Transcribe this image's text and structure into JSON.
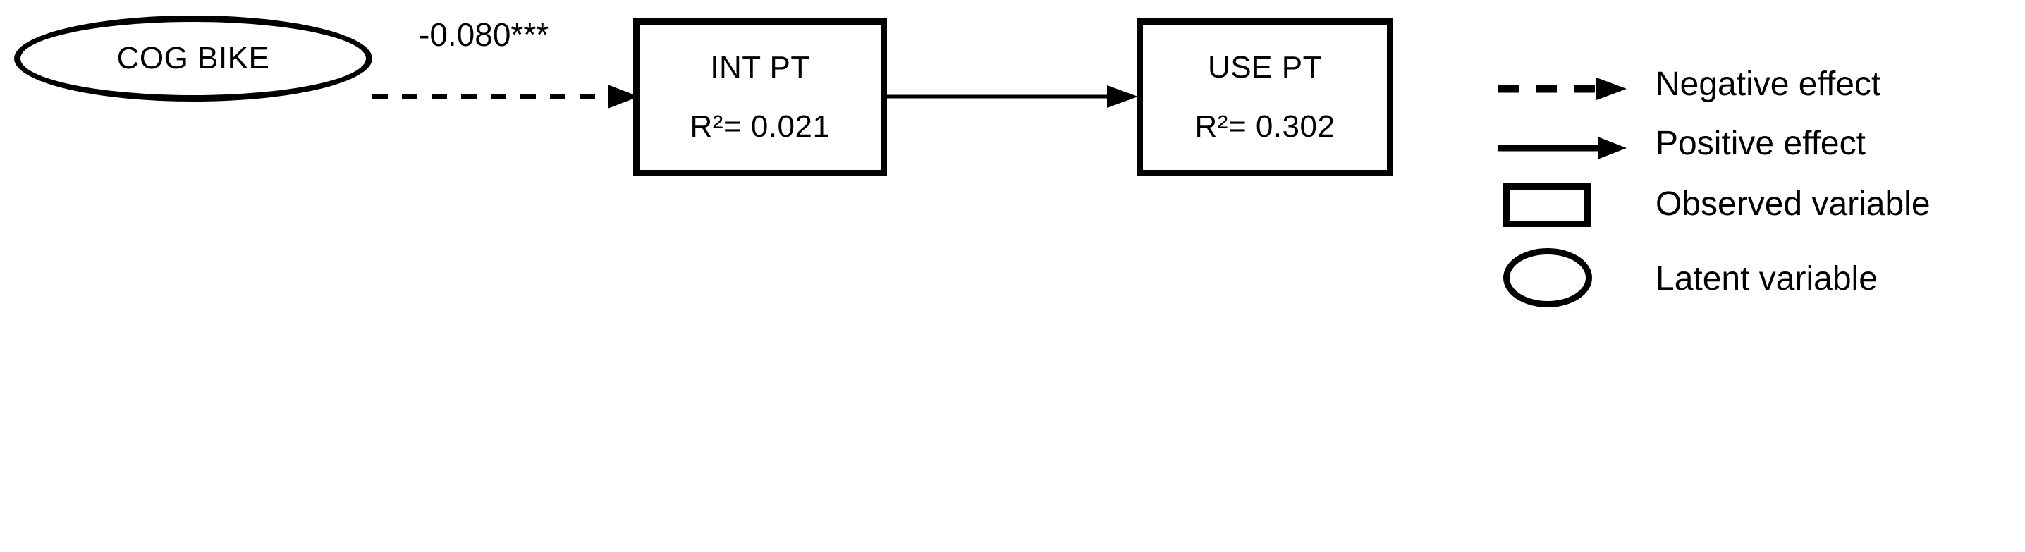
{
  "diagram": {
    "type": "path-model",
    "nodes": [
      {
        "id": "cog-bike",
        "shape": "ellipse",
        "kind": "latent",
        "label": "COG BIKE",
        "r2": null
      },
      {
        "id": "int-pt",
        "shape": "rectangle",
        "kind": "observed",
        "label": "INT PT",
        "r2_prefix": "R",
        "r2_exponent": "2",
        "r2_value": "= 0.021",
        "r2_text": "R²= 0.021"
      },
      {
        "id": "use-pt",
        "shape": "rectangle",
        "kind": "observed",
        "label": "USE PT",
        "r2_prefix": "R",
        "r2_exponent": "2",
        "r2_value": "= 0.302",
        "r2_text": "R²= 0.302"
      }
    ],
    "edges": [
      {
        "id": "cog-bike-to-int-pt",
        "from": "cog-bike",
        "to": "int-pt",
        "style": "dashed",
        "effect": "negative",
        "coefficient": "-0.080***"
      },
      {
        "id": "int-pt-to-use-pt",
        "from": "int-pt",
        "to": "use-pt",
        "style": "solid",
        "effect": "positive",
        "coefficient": ""
      }
    ]
  },
  "legend": {
    "items": [
      {
        "id": "negative-effect",
        "symbol": "dashed-arrow",
        "label": "Negative effect"
      },
      {
        "id": "positive-effect",
        "symbol": "solid-arrow",
        "label": "Positive effect"
      },
      {
        "id": "observed-variable",
        "symbol": "rectangle",
        "label": "Observed variable"
      },
      {
        "id": "latent-variable",
        "symbol": "ellipse",
        "label": "Latent variable"
      }
    ]
  },
  "colors": {
    "stroke": "#000000",
    "background": "#ffffff",
    "text": "#000000"
  }
}
